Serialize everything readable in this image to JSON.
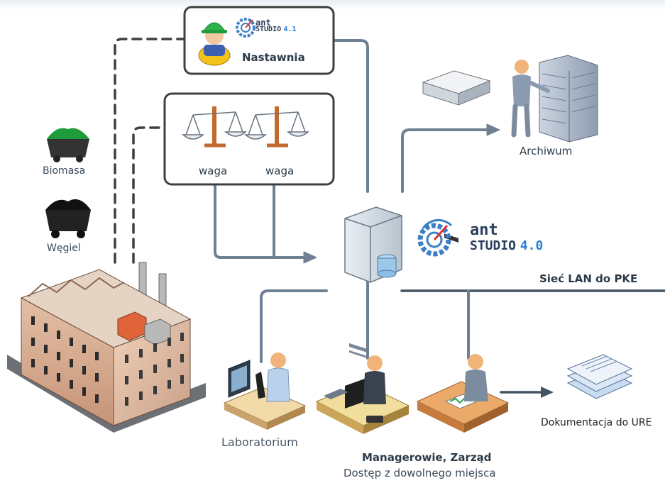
{
  "labels": {
    "nastawnia": "Nastawnia",
    "waga1": "waga",
    "waga2": "waga",
    "biomasa": "Biomasa",
    "wegiel": "Węgiel",
    "archiwum": "Archiwum",
    "siec_lan": "Sieć LAN do PKE",
    "laboratorium": "Laboratorium",
    "managerowie": "Managerowie, Zarząd",
    "dostep": "Dostęp z dowolnego miejsca",
    "dokumentacja": "Dokumentacja do URE"
  },
  "brand_small": {
    "ant": "ant",
    "studio": "STUDIO",
    "version": "4.1"
  },
  "brand_large": {
    "ant": "ant",
    "studio": "STUDIO",
    "version": "4.0"
  },
  "colors": {
    "line": "#6e8091",
    "line_dark": "#445462",
    "dash": "#3f3f3f",
    "box_border": "#3f3f3f",
    "brand_blue": "#2a7fd4",
    "gear_blue": "#3b7fc8"
  },
  "icons": [
    "operator-icon",
    "gear-gauge-icon",
    "scale-icon",
    "biomass-cart-icon",
    "coal-cart-icon",
    "tape-drive-icon",
    "archive-server-icon",
    "server-icon",
    "factory-icon",
    "lab-worker-icon",
    "manager-desk-icon",
    "documents-icon"
  ]
}
